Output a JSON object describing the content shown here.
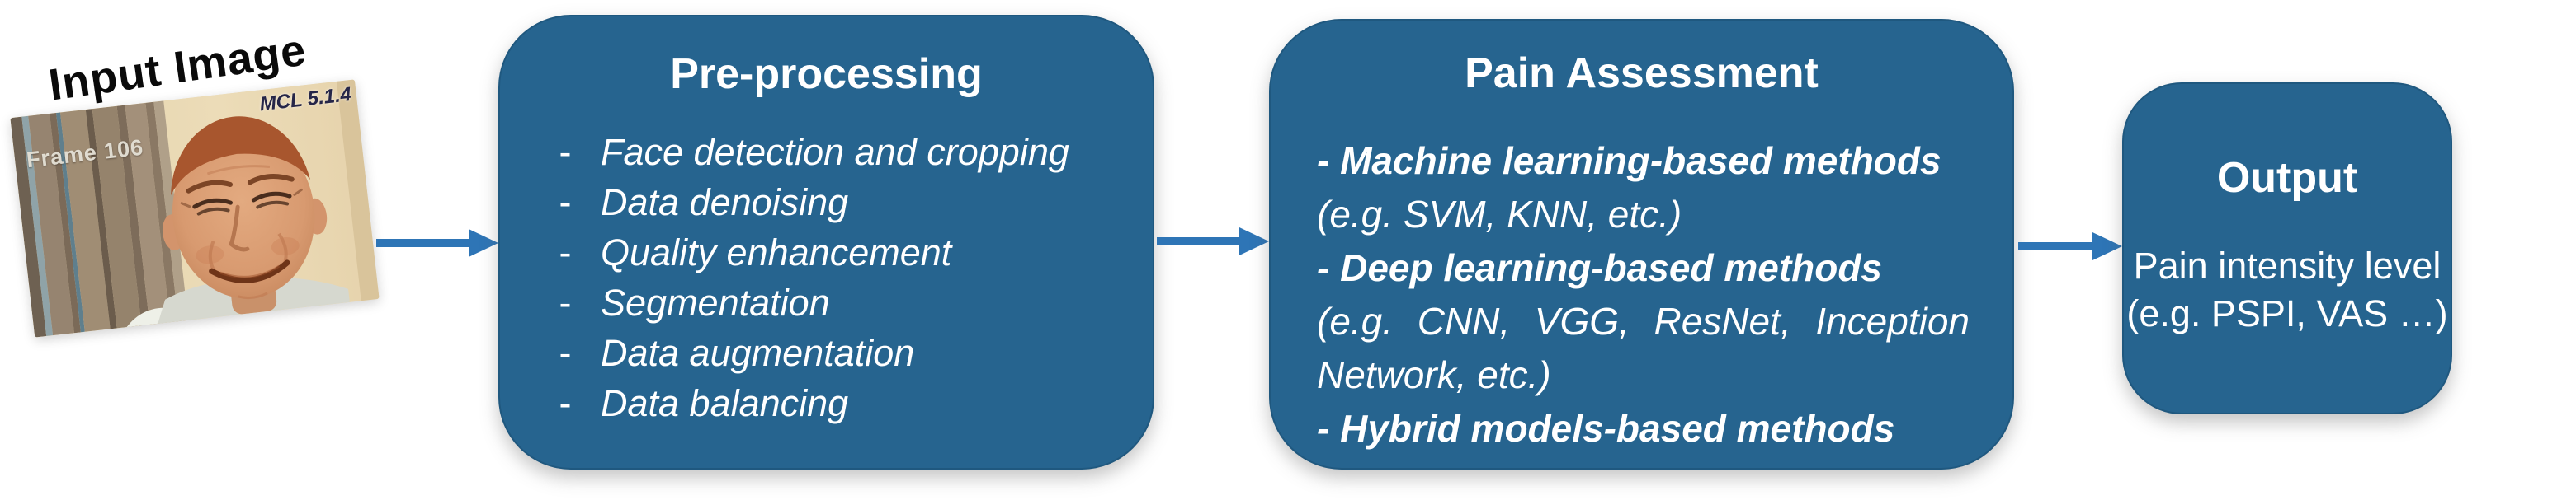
{
  "figure": {
    "input": {
      "label": "Input Image",
      "frame_label": "Frame 106",
      "watermark": "MCL 5.1.4"
    },
    "preprocessing": {
      "title": "Pre-processing",
      "bullet": "-",
      "items": [
        "Face detection and cropping",
        "Data denoising",
        "Quality enhancement",
        "Segmentation",
        "Data augmentation",
        "Data balancing"
      ]
    },
    "pain_assessment": {
      "title": "Pain Assessment",
      "lines": {
        "ml": "- Machine learning-based methods",
        "ml_eg": "(e.g. SVM, KNN, etc.)",
        "dl": "- Deep learning-based methods",
        "dl_eg_1": "(e.g. CNN, VGG, ResNet, Inception",
        "dl_eg_2": "Network, etc.)",
        "hybrid": "- Hybrid models-based methods"
      }
    },
    "output": {
      "title": "Output",
      "line_1": "Pain intensity level",
      "line_2": "(e.g. PSPI, VAS …)"
    }
  },
  "colors": {
    "box_fill": "#26648F",
    "arrow": "#2E75B6",
    "text_on_box": "#FFFFFF"
  }
}
